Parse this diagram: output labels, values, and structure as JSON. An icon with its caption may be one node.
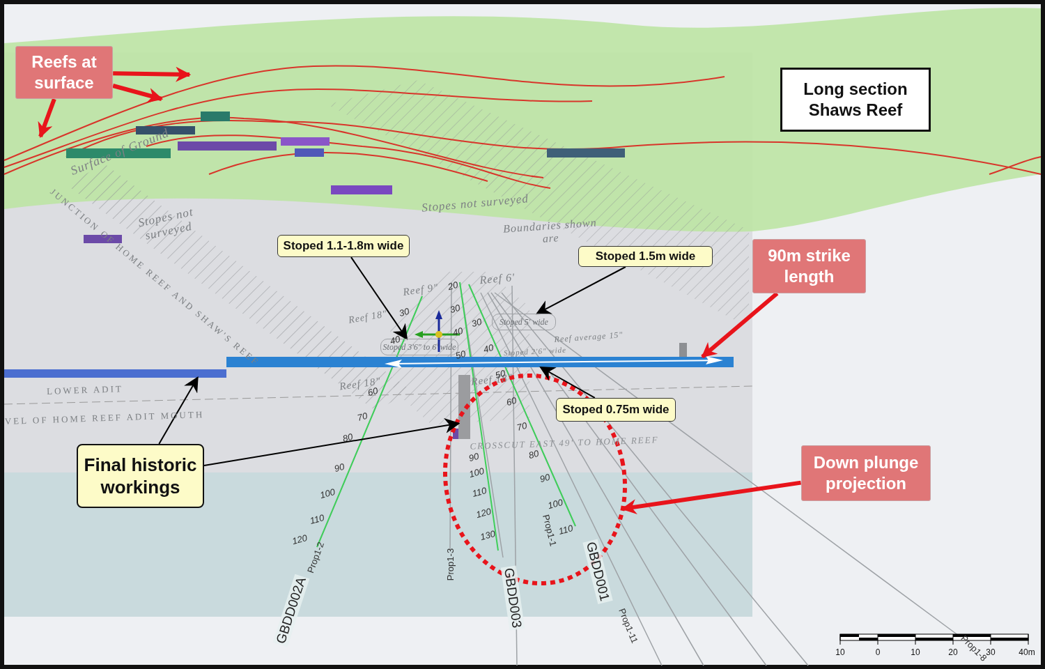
{
  "diagram": {
    "nodes": [
      {
        "text": [
          "Reefs at surface"
        ]
      },
      {
        "text": [
          "Long section Shaws Reef"
        ]
      },
      {
        "text": [
          "Stoped 1.1-1.8m wide"
        ]
      },
      {
        "text": [
          "Stoped 1.5m wide"
        ]
      },
      {
        "text": [
          "90m strike length"
        ]
      },
      {
        "text": [
          "Stoped 0.75m wide"
        ]
      },
      {
        "text": [
          "Final historic workings"
        ]
      },
      {
        "text": [
          "Down plunge projection"
        ]
      },
      {
        "text": [],
        "shape": "bar"
      },
      {
        "text": [],
        "shape": "bar"
      },
      {
        "text": [],
        "shape": "bar"
      },
      {
        "text": [],
        "shape": "circle"
      },
      {
        "text": [
          "Stoped 3'6\" to 6' wide"
        ]
      },
      {
        "text": [
          "Stoped 5' wide"
        ]
      }
    ],
    "edges": [
      {
        "from": 0,
        "to": null,
        "arrow": "to",
        "style": "thick",
        "color": "#e8141b"
      },
      {
        "from": 0,
        "to": null,
        "arrow": "to",
        "style": "thick",
        "color": "#e8141b"
      },
      {
        "from": 0,
        "to": null,
        "arrow": "to",
        "style": "thick",
        "color": "#e8141b"
      },
      {
        "from": 2,
        "to": 12,
        "arrow": "to",
        "color": "#000000"
      },
      {
        "from": 3,
        "to": 13,
        "arrow": "to",
        "color": "#000000"
      },
      {
        "from": 4,
        "to": 9,
        "arrow": "to",
        "style": "thick",
        "color": "#e8141b"
      },
      {
        "from": 5,
        "to": 9,
        "arrow": "to",
        "color": "#000000"
      },
      {
        "from": 6,
        "to": 8,
        "arrow": "to",
        "color": "#000000"
      },
      {
        "from": 6,
        "to": 10,
        "arrow": "to",
        "color": "#000000"
      },
      {
        "from": 7,
        "to": 11,
        "arrow": "to",
        "style": "thick",
        "color": "#e8141b"
      }
    ],
    "labels": [
      "Surface of Ground",
      "Stopes not surveyed",
      "Stopes not surveyed",
      "Boundaries shown are",
      "JUNCTION OF HOME REEF AND SHAW'S REEF",
      "Reef 9\"",
      "Reef 6'",
      "Reef 18\"",
      "Reef average 15\"",
      "Stoped 2'6\" wide",
      "LOWER ADIT",
      "Reef 18\"",
      "Reef 18\"",
      "VEL OF HOME REEF ADIT MOUTH",
      "CROSSCUT EAST 49' TO HOME REEF",
      "GBDD002A",
      "Prop1-2",
      "Prop1-3",
      "GBDD003",
      "Prop1-1",
      "GBDD001",
      "Prop1-11",
      "Prop1-8",
      "30",
      "40",
      "60",
      "70",
      "80",
      "90",
      "100",
      "110",
      "120",
      "20",
      "30",
      "40",
      "50",
      "90",
      "100",
      "110",
      "120",
      "130",
      "30",
      "40",
      "50",
      "60",
      "70",
      "80",
      "90",
      "100",
      "110",
      "10",
      "0",
      "10",
      "20",
      "30",
      "40m"
    ]
  }
}
